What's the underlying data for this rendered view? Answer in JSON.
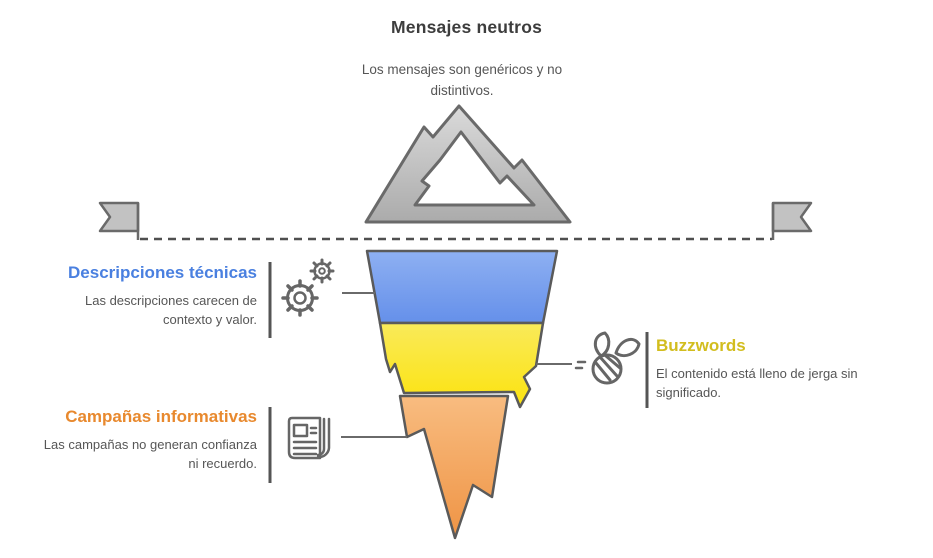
{
  "header": {
    "title": "Mensajes neutros",
    "subtitle": "Los mensajes son genéricos y no distintivos."
  },
  "sections": [
    {
      "key": "descripciones-tecnicas",
      "title": "Descripciones técnicas",
      "body": "Las descripciones carecen de contexto y valor.",
      "accent": "#4a80e0",
      "icon": "gears-icon",
      "funnel_level": "top",
      "side": "left"
    },
    {
      "key": "buzzwords",
      "title": "Buzzwords",
      "body": "El contenido está lleno de jerga sin significado.",
      "accent": "#d2bd1e",
      "icon": "bee-icon",
      "funnel_level": "middle",
      "side": "right"
    },
    {
      "key": "campanas-informativas",
      "title": "Campañas informativas",
      "body": "Las campañas no generan confianza ni recuerdo.",
      "accent": "#e8892e",
      "icon": "newspaper-icon",
      "funnel_level": "bottom",
      "side": "left"
    }
  ],
  "icons": {
    "top_center": "mountain-icon",
    "waterline_left": "flag-icon",
    "waterline_right": "flag-icon"
  },
  "colors": {
    "title_text": "#3d3d3d",
    "body_text": "#565656",
    "blue_top": "#8eb0f2",
    "blue_bottom": "#6590ea",
    "yellow_top": "#f9ea5a",
    "yellow_bottom": "#fce30e",
    "orange_top": "#f8bc80",
    "orange_bottom": "#ef9445",
    "mountain_top": "#dadada",
    "mountain_bottom": "#ababab",
    "flag_fill": "#c2c2c2",
    "outline_gray": "#6a6a6a",
    "dash_line": "#4f4f4f"
  }
}
